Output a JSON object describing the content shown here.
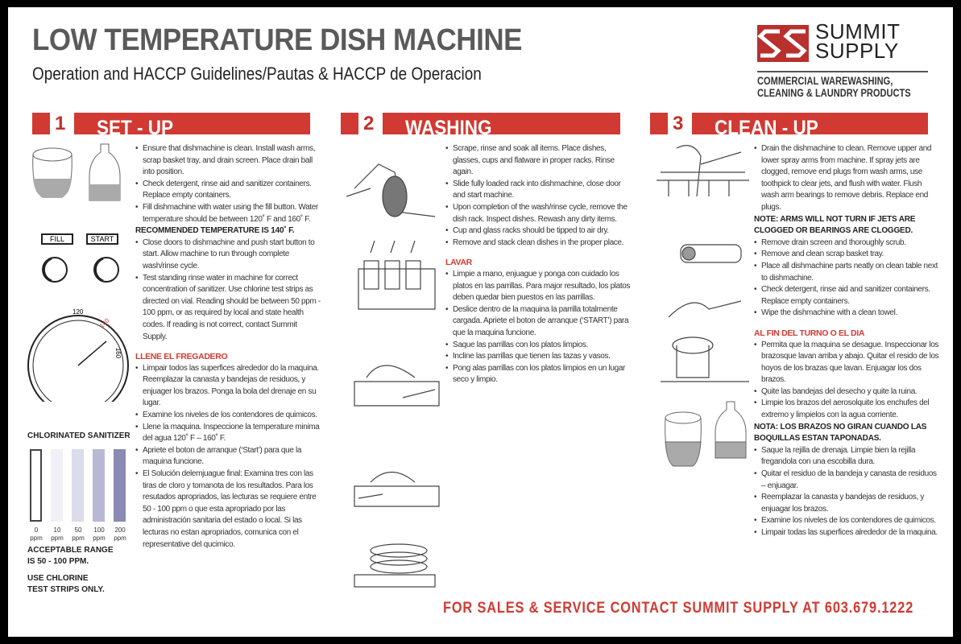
{
  "header": {
    "title": "LOW TEMPERATURE DISH MACHINE",
    "subtitle": "Operation and HACCP Guidelines/Pautas & HACCP de Operacion"
  },
  "logo": {
    "name_line1": "SUMMIT",
    "name_line2": "SUPPLY",
    "tagline1": "COMMERCIAL WAREWASHING,",
    "tagline2": "CLEANING & LAUNDRY PRODUCTS",
    "brand_color": "#b8312f"
  },
  "accent_color": "#d03a33",
  "sections": [
    {
      "number": "1",
      "label": "SET - UP",
      "blocks": [
        {
          "type": "b",
          "text": "Ensure that dishmachine is clean. Install wash arms, scrap basket tray, and drain screen. Place drain ball into position."
        },
        {
          "type": "b",
          "text": "Check detergent, rinse aid and sanitizer containers. Replace empty containers."
        },
        {
          "type": "b",
          "text": "Fill dishmachine with water using the fill button. Water temperature should be between 120˚ F and 160˚ F."
        },
        {
          "type": "note",
          "text": "RECOMMENDED TEMPERATURE IS 140˚ F."
        },
        {
          "type": "b",
          "text": "Close doors to dishmachine and push start button to start. Allow machine to run through complete wash/rinse cycle."
        },
        {
          "type": "b",
          "text": "Test standing rinse water in machine for correct concentration of sanitizer. Use chlorine test strips as directed on vial. Reading should be between 50 ppm - 100 ppm, or as required by local and state health codes. If reading is not correct, contact Summit Supply."
        },
        {
          "type": "h",
          "text": "LLENE EL FREGADERO"
        },
        {
          "type": "b",
          "text": "Limpair todos las superfices alrededor do la maquina. Reemplazar la canasta y bandejas de residuos, y enjuager los brazos. Ponga la bola del drenaje en su lugar."
        },
        {
          "type": "b",
          "text": "Examine los niveles de los contendores de quimicos."
        },
        {
          "type": "b",
          "text": "Llene la maquina. Inspeccione la temperature minima del agua 120˚ F – 160˚ F."
        },
        {
          "type": "b",
          "text": "Apriete el boton de arranque (‘Start’) para que la maquina funcione."
        },
        {
          "type": "b",
          "text": "El Solución delemjuague final: Examina tres con las tiras de cloro y tomanota de los resultados. Para los resutados apropriados, las lecturas se requiere entre 50 - 100 ppm o que esta apropriado por las administración sanitaria del estado o local. Si las lecturas no estan apropriados, comunica con el representative del qucimico."
        }
      ]
    },
    {
      "number": "2",
      "label": "WASHING",
      "blocks": [
        {
          "type": "b",
          "text": "Scrape, rinse and soak all items. Place dishes, glasses, cups and flatware in proper racks. Rinse again."
        },
        {
          "type": "b",
          "text": "Slide fully loaded rack into dishmachine, close door and start machine."
        },
        {
          "type": "b",
          "text": "Upon completion of the wash/rinse cycle, remove the dish rack. Inspect dishes. Rewash any dirty items."
        },
        {
          "type": "b",
          "text": "Cup and glass racks should be tipped to air dry."
        },
        {
          "type": "b",
          "text": "Remove and stack clean dishes in the proper place."
        },
        {
          "type": "h",
          "text": "LAVAR"
        },
        {
          "type": "b",
          "text": "Limpie a mano, enjuague y ponga con cuidado los platos en las parrillas. Para major resultado, los platos deben quedar bien puestos en las parrillas."
        },
        {
          "type": "b",
          "text": "Deslice dentro de la maquina la parrilla totalmente cargada. Apriete el boton de arranque (‘START’) para que la maquina funcione."
        },
        {
          "type": "b",
          "text": "Saque las parrillas con los platos limpios."
        },
        {
          "type": "b",
          "text": "Incline las parrillas que tienen las tazas y vasos."
        },
        {
          "type": "b",
          "text": "Pong alas parrillas con los platos limpios en un lugar seco y limpio."
        }
      ]
    },
    {
      "number": "3",
      "label": "CLEAN - UP",
      "blocks": [
        {
          "type": "b",
          "text": "Drain the dishmachine to clean. Remove upper and lower spray arms from machine. If spray jets are clogged, remove end plugs from wash arms, use toothpick to clear jets, and flush with water. Flush wash arm bearings to remove debris. Replace end plugs."
        },
        {
          "type": "note",
          "text": "NOTE: ARMS WILL NOT TURN IF JETS ARE CLOGGED OR BEARINGS ARE CLOGGED."
        },
        {
          "type": "b",
          "text": "Remove drain screen and thoroughly scrub."
        },
        {
          "type": "b",
          "text": "Remove and clean scrap basket tray."
        },
        {
          "type": "b",
          "text": "Place all dishmachine parts neatly on clean table next to dishmachine."
        },
        {
          "type": "b",
          "text": "Check detergent, rinse aid and sanitizer containers. Replace empty containers."
        },
        {
          "type": "b",
          "text": "Wipe the dishmachine with a clean towel."
        },
        {
          "type": "h",
          "text": "AL FIN DEL TURNO O EL DIA"
        },
        {
          "type": "b",
          "text": "Permita que la maquina se desague. Inspeccionar los brazosque lavan arriba y abajo. Quitar el resido de los hoyos de los brazas que lavan. Enjuagar los dos brazos."
        },
        {
          "type": "b",
          "text": "Quite las bandejas del desecho y quite la ruina."
        },
        {
          "type": "b",
          "text": "Limpie los brazos del aerosolquite los enchufes del extremo y limpielos con la agua corriente."
        },
        {
          "type": "note",
          "text": "NOTA: LOS BRAZOS NO GIRAN CUANDO LAS BOQUILLAS ESTAN TAPONADAS."
        },
        {
          "type": "b",
          "text": "Saque la rejilla de drenaja. Limpie bien la rejilla fregandola con una escobilla dura."
        },
        {
          "type": "b",
          "text": "Quitar el residuo de la bandeja y canasta de residuos – enjuagar."
        },
        {
          "type": "b",
          "text": "Reemplazar la canasta y bandejas de residuos, y enjuagar los brazos."
        },
        {
          "type": "b",
          "text": "Examine los niveles de los contendores de quimicos."
        },
        {
          "type": "b",
          "text": "Limpair todas las superfices alrededor de la maquina."
        }
      ]
    }
  ],
  "controls": {
    "fill_label": "FILL",
    "start_label": "START"
  },
  "thermometer": {
    "labels": [
      "120",
      "140",
      "160"
    ],
    "reading": "140"
  },
  "sanitizer": {
    "title": "CHLORINATED SANITIZER",
    "strips": [
      {
        "value": "0",
        "unit": "ppm",
        "color": "#ffffff"
      },
      {
        "value": "10",
        "unit": "ppm",
        "color": "#f0f0f6"
      },
      {
        "value": "50",
        "unit": "ppm",
        "color": "#dcdcec"
      },
      {
        "value": "100",
        "unit": "ppm",
        "color": "#b8b8d6"
      },
      {
        "value": "200",
        "unit": "ppm",
        "color": "#8a8ab4"
      }
    ],
    "range_note": "ACCEPTABLE RANGE IS 50 - 100 PPM.",
    "strip_note": "USE CHLORINE TEST STRIPS ONLY."
  },
  "footer": "FOR SALES & SERVICE CONTACT SUMMIT SUPPLY AT 603.679.1222"
}
